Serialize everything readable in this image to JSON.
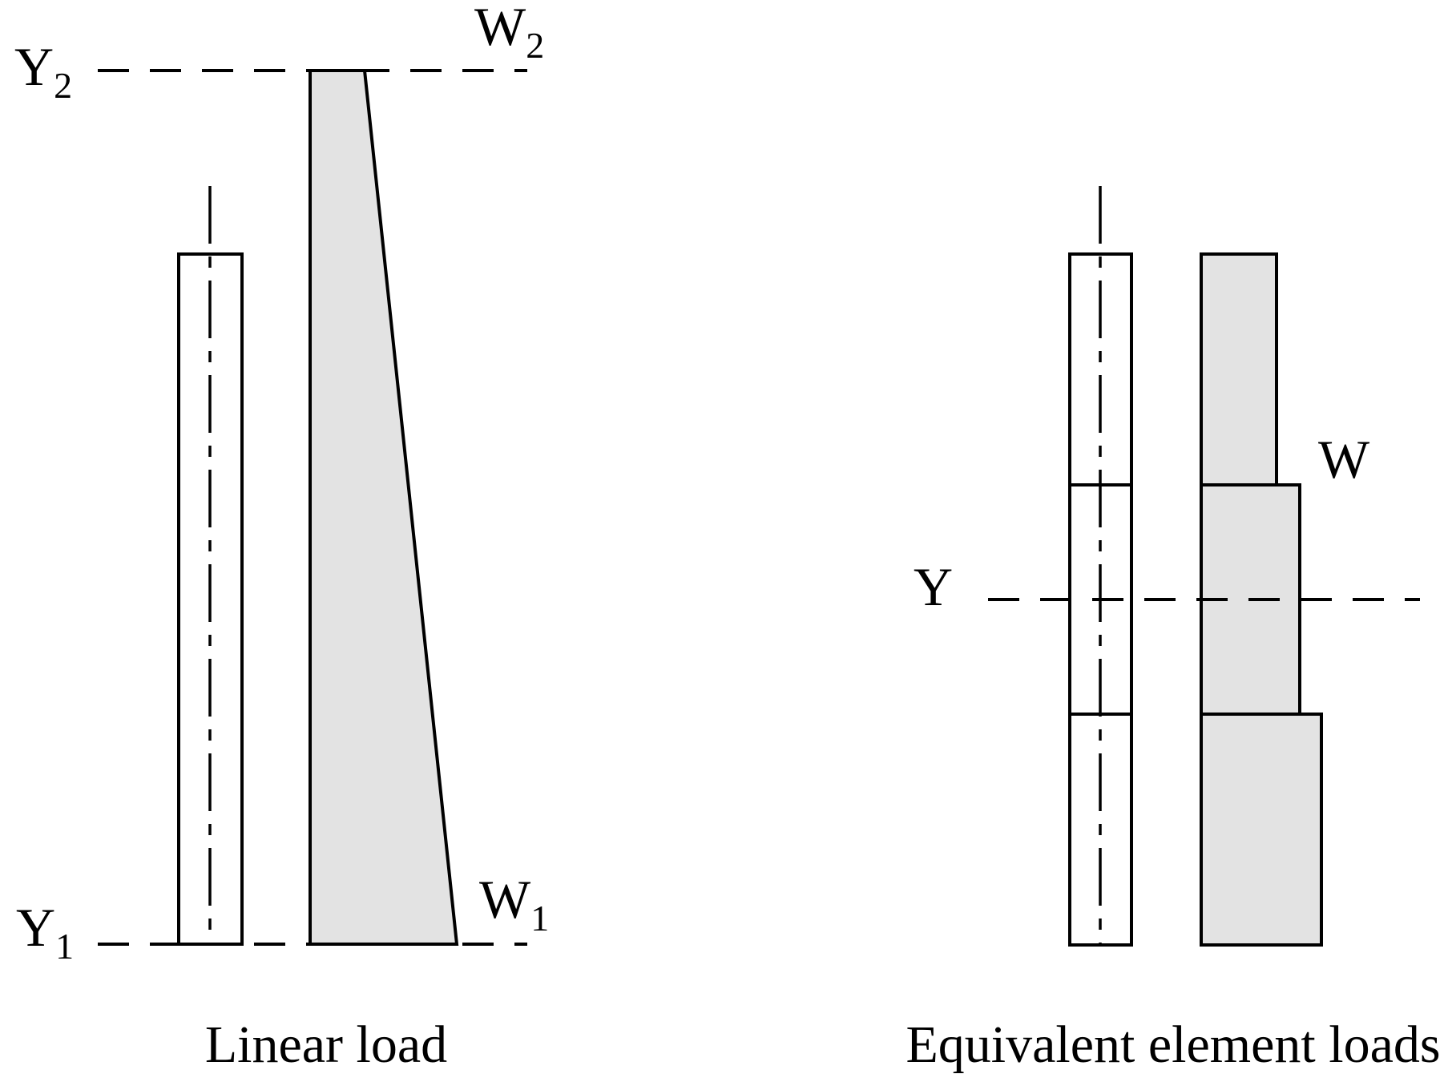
{
  "left": {
    "caption": "Linear load",
    "labels": {
      "y2": {
        "base": "Y",
        "sub": "2"
      },
      "y1": {
        "base": "Y",
        "sub": "1"
      },
      "w2": {
        "base": "W",
        "sub": "2"
      },
      "w1": {
        "base": "W",
        "sub": "1"
      }
    }
  },
  "right": {
    "caption": "Equivalent element loads",
    "labels": {
      "y": "Y",
      "w": "W"
    }
  },
  "colors": {
    "load_fill": "#e3e3e3",
    "line": "#000000",
    "background": "#ffffff"
  }
}
